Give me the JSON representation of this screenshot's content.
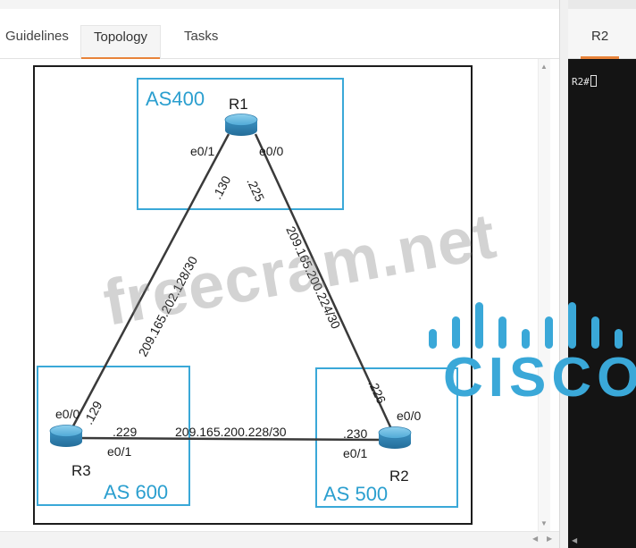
{
  "tabs": [
    {
      "label": "Guidelines",
      "active": false
    },
    {
      "label": "Topology",
      "active": true
    },
    {
      "label": "Tasks",
      "active": false
    }
  ],
  "terminal": {
    "tab_label": "R2",
    "prompt": "R2#"
  },
  "topology": {
    "areas": [
      {
        "label": "AS400"
      },
      {
        "label": "AS 600"
      },
      {
        "label": "AS 500"
      }
    ],
    "routers": [
      {
        "label": "R1"
      },
      {
        "label": "R2"
      },
      {
        "label": "R3"
      }
    ],
    "interfaces": {
      "r1_e01": "e0/1",
      "r1_e00": "e0/0",
      "r3_e00": "e0/0",
      "r3_e01": "e0/1",
      "r2_e00": "e0/0",
      "r2_e01": "e0/1"
    },
    "addresses": {
      "r1_left": ".130",
      "r1_right": ".225",
      "r3_up": ".129",
      "r3_right": ".229",
      "r2_up": ".226",
      "r2_left": ".230"
    },
    "subnets": {
      "r1_r3": "209.165.202.128/30",
      "r1_r2": "209.165.200.224/30",
      "r3_r2": "209.165.200.228/30"
    }
  },
  "watermark": "freecram.net",
  "logo": {
    "word": "CISCO",
    "icon": "cisco-bars-icon"
  },
  "colors": {
    "accent_tab": "#e8833a",
    "area_border": "#3aa8d8",
    "area_text": "#2b9fcf",
    "router_blue": "#3f9fcf",
    "terminal_bg": "#141414",
    "link": "#3a3a3a"
  }
}
